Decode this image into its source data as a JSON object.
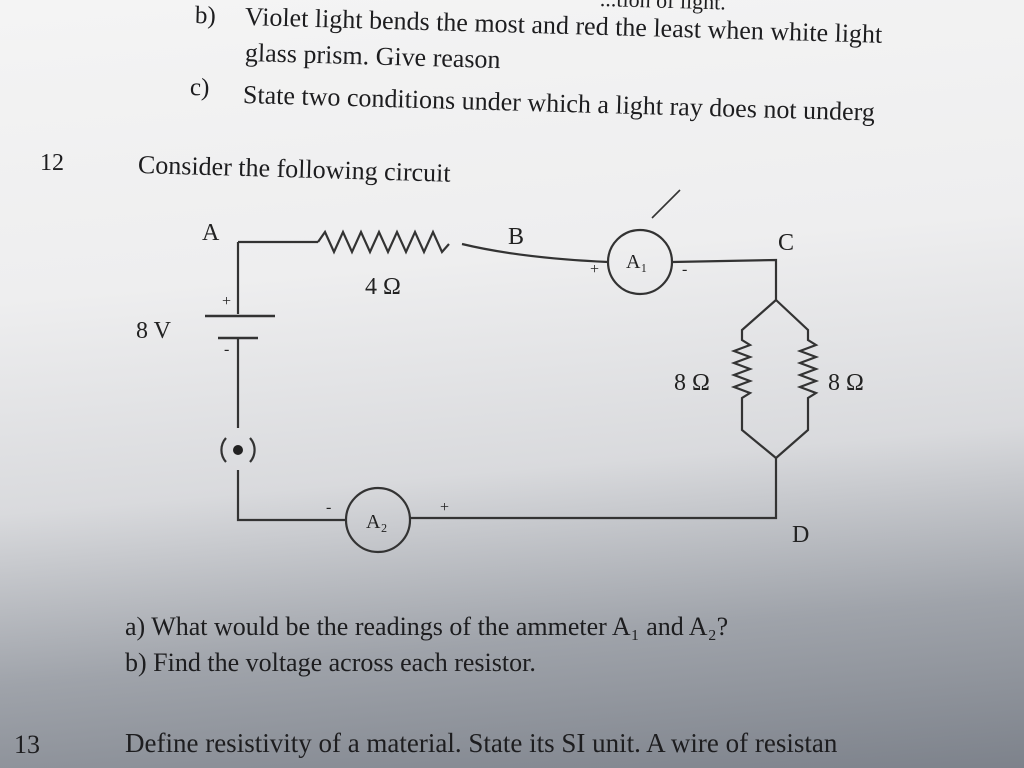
{
  "prev_question": {
    "top_fragment": "...tion of light.",
    "b_label": "b)",
    "b_line1": "Violet light bends the most and red the least when white light",
    "b_line2": "glass prism. Give reason",
    "c_label": "c)",
    "c_line": "State two conditions under which a light ray does not underg"
  },
  "q12": {
    "number": "12",
    "intro": "Consider the following circuit",
    "circuit": {
      "A": "A",
      "B": "B",
      "C": "C",
      "D": "D",
      "r1": "4 Ω",
      "r2": "8 Ω",
      "r3": "8 Ω",
      "battery": "8 V",
      "plus": "+",
      "minus": "-",
      "ammeter1": "A₁",
      "ammeter2": "A₂"
    },
    "a": "a) What would be the readings of the ammeter A₁ and A₂?",
    "b": "b) Find the voltage across each resistor."
  },
  "q13": {
    "number": "13",
    "text": "Define resistivity of a material. State its SI unit. A wire of resistan"
  }
}
